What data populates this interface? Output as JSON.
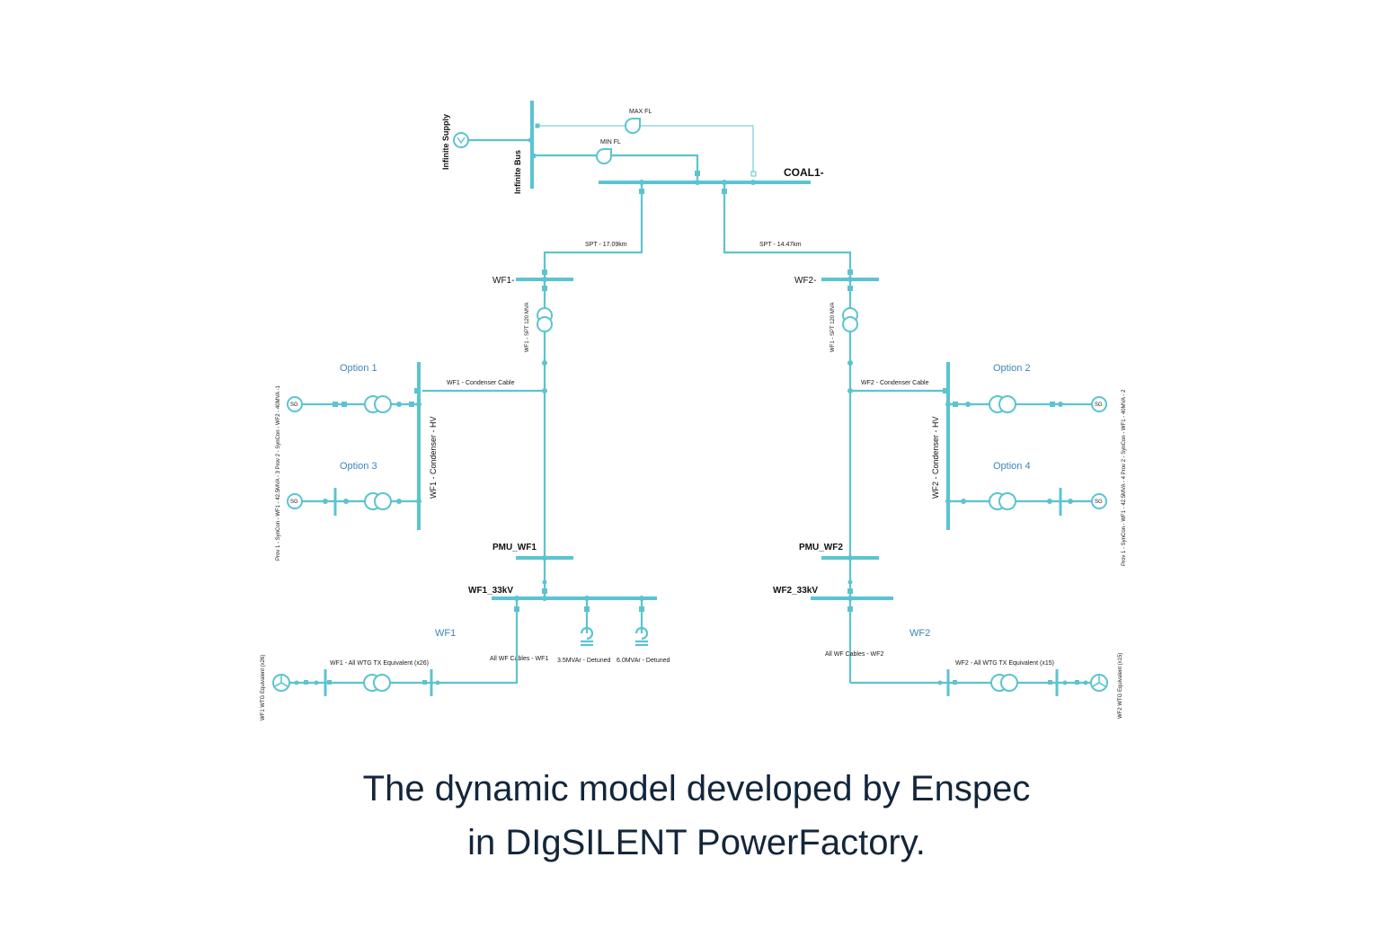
{
  "labels": {
    "infinite_supply": "Infinite Supply",
    "infinite_bus": "Infinite Bus",
    "max_fl": "MAX FL",
    "min_fl": "MIN FL",
    "coal1": "COAL1-",
    "spt_left": "SPT - 17.09km",
    "spt_right": "SPT - 14.47km",
    "wf1_bus": "WF1-",
    "wf2_bus": "WF2-",
    "wf1_tx": "WF1 - SPT 120 MVA",
    "wf2_tx": "WF1 - SPT 120 MVA",
    "option1": "Option 1",
    "option2": "Option 2",
    "option3": "Option 3",
    "option4": "Option 4",
    "wf1_cond_cable": "WF1 - Condenser Cable",
    "wf2_cond_cable": "WF2 - Condenser Cable",
    "wf1_cond_hv": "WF1 - Condenser - HV",
    "wf2_cond_hv": "WF2 - Condenser - HV",
    "syncon_left": "Prov 1 - SynCon - WF1 - 42.5MVA - 3  Prov 2 - SynCon - WF2 - 40MVA -1",
    "syncon_right": "Prov 1 - SynCon - WF1 - 42.5MVA - 4  Prov 2 - SynCon - WF1 - 40MVA - 2",
    "sg": "SG",
    "pmu_wf1": "PMU_WF1",
    "pmu_wf2": "PMU_WF2",
    "wf1_33kv": "WF1_33kV",
    "wf2_33kv": "WF2_33kV",
    "wf1": "WF1",
    "wf2": "WF2",
    "all_wf_cables_wf1": "All WF Cables - WF1",
    "all_wf_cables_wf2": "All WF Cables - WF2",
    "cap_35": "3.5MVAr - Detuned",
    "cap_60": "6.0MVAr - Detuned",
    "wf1_wtg_tx": "WF1 - All WTG TX Equivalent (x26)",
    "wf2_wtg_tx": "WF2 - All WTG TX Equivalent (x15)",
    "wf1_wtg_eq": "WF1 WTG Equivalent (x26)",
    "wf2_wtg_eq": "WF2 WTG Equivalent (x15)"
  },
  "caption": {
    "line1": "The dynamic model developed by Enspec",
    "line2": "in DIgSILENT PowerFactory."
  },
  "colors": {
    "line": "#5bc4d0",
    "option_text": "#3d86b8",
    "caption_text": "#13263b"
  }
}
